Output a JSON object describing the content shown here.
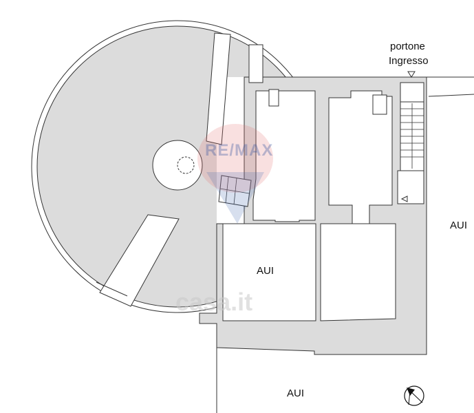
{
  "labels": {
    "entrance_line1": "portone",
    "entrance_line2": "Ingresso",
    "aui_right": "AUI",
    "aui_center": "AUI",
    "aui_bottom": "AUI"
  },
  "watermarks": {
    "remax": "RE/MAX",
    "casa": "casa.it"
  },
  "colors": {
    "wall_fill": "#dcdcdc",
    "line": "#333333"
  }
}
